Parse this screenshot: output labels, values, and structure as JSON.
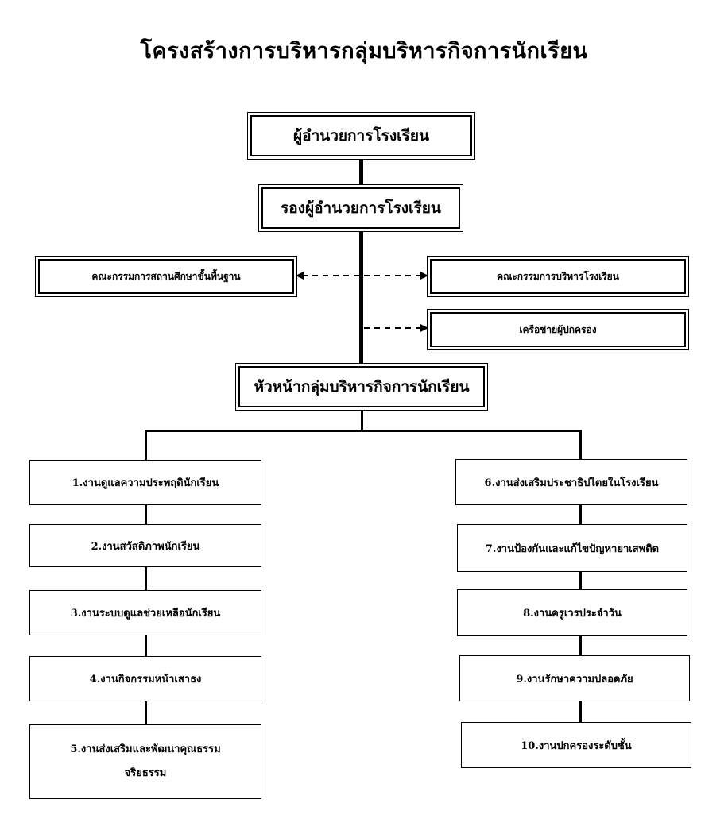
{
  "title": "โครงสร้างการบริหารกลุ่มบริหารกิจการนักเรียน",
  "director": "ผู้อำนวยการโรงเรียน",
  "deputy_director": "รองผู้อำนวยการโรงเรียน",
  "basic_education_committee": "คณะกรรมการสถานศึกษาขั้นพื้นฐาน",
  "school_admin_committee": "คณะกรรมการบริหารโรงเรียน",
  "parent_network": "เครือข่ายผู้ปกครอง",
  "head_of_student_affairs": "หัวหน้ากลุ่มบริหารกิจการนักเรียน",
  "left_tasks": [
    "1.งานดูแลความประพฤตินักเรียน",
    "2.งานสวัสดิภาพนักเรียน",
    "3.งานระบบดูแลช่วยเหลือนักเรียน",
    "4.งานกิจกรรมหน้าเสาธง",
    "5.งานส่งเสริมและพัฒนาคุณธรรม",
    "จริยธรรม"
  ],
  "right_tasks": [
    "6.งานส่งเสริมประชาธิปไตยในโรงเรียน",
    "7.งานป้องกันและแก้ไขปัญหายาเสพติด",
    "8.งานครูเวรประจำวัน",
    "9.งานรักษาความปลอดภัย",
    "10.งานปกครองระดับชั้น"
  ]
}
